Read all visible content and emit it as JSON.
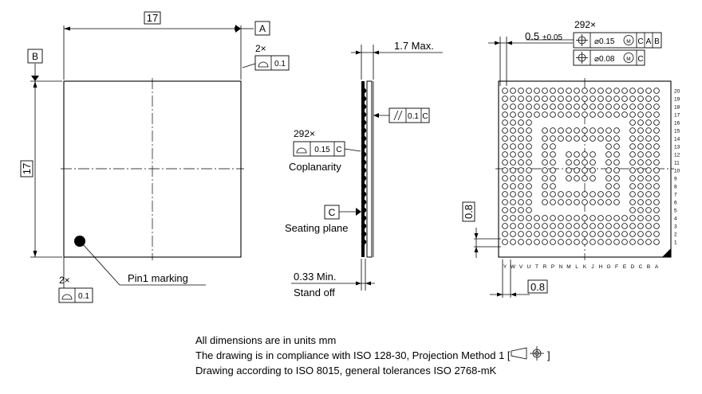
{
  "top_view": {
    "dim_width": "17",
    "dim_height": "17",
    "datum_a": "A",
    "datum_b": "B",
    "flatness_top_count": "2×",
    "flatness_top_value": "0.1",
    "flatness_bottom_count": "2×",
    "flatness_bottom_value": "0.1",
    "pin1_label": "Pin1 marking"
  },
  "side_view": {
    "max_height": "1.7 Max.",
    "parallel_value": "0.1",
    "parallel_datum": "C",
    "coplanarity_count": "292×",
    "coplanarity_value": "0.15",
    "coplanarity_datum": "C",
    "coplanarity_label": "Coplanarity",
    "seating_datum": "C",
    "seating_label": "Seating plane",
    "standoff_value": "0.33 Min.",
    "standoff_label": "Stand off"
  },
  "bottom_view": {
    "ball_count": "292×",
    "ball_diameter": "0.5",
    "ball_tolerance": "±0.05",
    "pos_tol_1": "⌀0.15",
    "pos_tol_1_mod": "M",
    "pos_tol_1_datums": [
      "C",
      "A",
      "B"
    ],
    "pos_tol_2": "⌀0.08",
    "pos_tol_2_mod": "M",
    "pos_tol_2_datums": [
      "C"
    ],
    "pitch_vertical": "0.8",
    "pitch_horizontal": "0.8",
    "col_labels": [
      "Y",
      "W",
      "V",
      "U",
      "T",
      "R",
      "P",
      "N",
      "M",
      "L",
      "K",
      "J",
      "H",
      "G",
      "F",
      "E",
      "D",
      "C",
      "B",
      "A"
    ],
    "row_labels": [
      "20",
      "19",
      "18",
      "17",
      "16",
      "15",
      "14",
      "13",
      "12",
      "11",
      "10",
      "9",
      "8",
      "7",
      "6",
      "5",
      "4",
      "3",
      "2",
      "1"
    ]
  },
  "notes": {
    "line1": "All dimensions are in units mm",
    "line2_prefix": "The drawing is in compliance with ISO 128-30, Projection Method 1 [",
    "line2_suffix": "]",
    "line3": "Drawing according to ISO 8015, general tolerances ISO 2768-mK"
  }
}
